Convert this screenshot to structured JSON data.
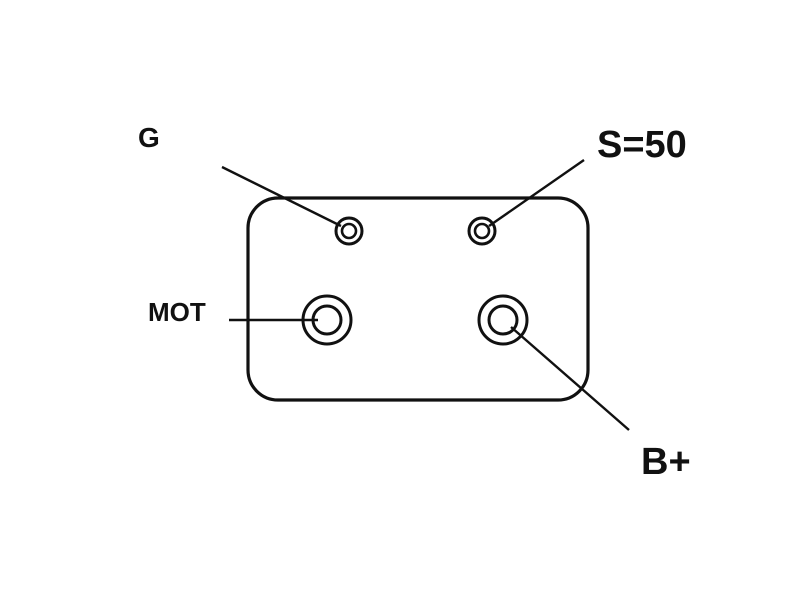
{
  "diagram": {
    "terminals": {
      "g": {
        "label": "G"
      },
      "s50": {
        "label": "S=50"
      },
      "mot": {
        "label": "MOT"
      },
      "bplus": {
        "label": "B+"
      }
    },
    "colors": {
      "stroke": "#111111",
      "background": "#ffffff"
    }
  }
}
